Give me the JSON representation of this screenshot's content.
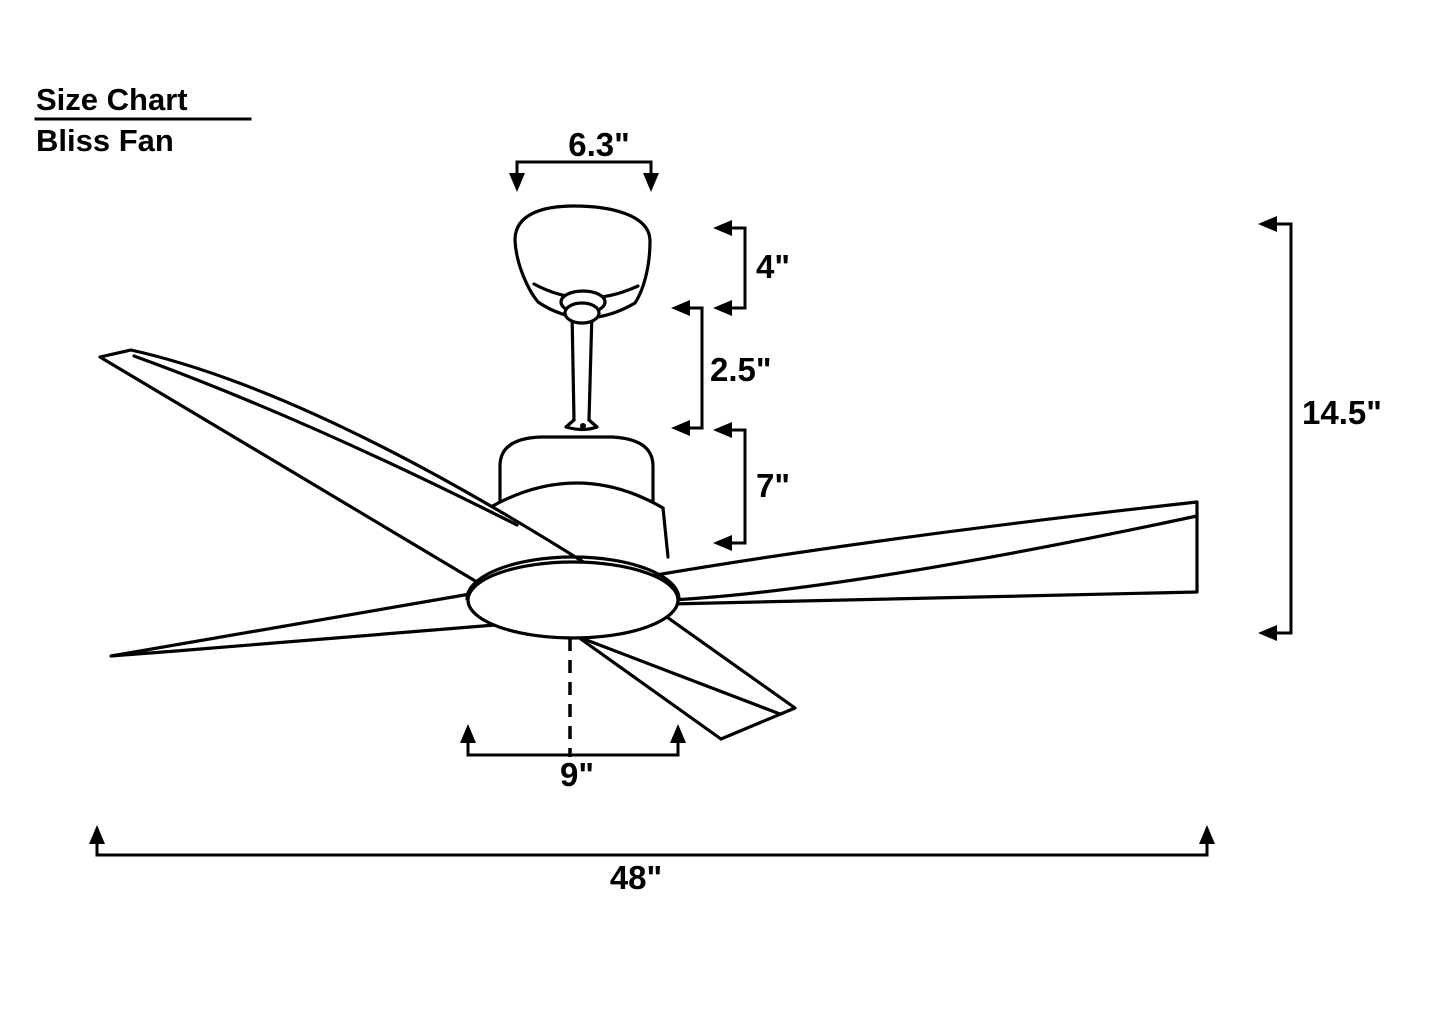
{
  "header": {
    "title": "Size Chart",
    "product": "Bliss Fan"
  },
  "dimensions": {
    "canopy_width": "6.3\"",
    "canopy_height": "4\"",
    "downrod_length": "2.5\"",
    "motor_height": "7\"",
    "fan_height": "14.5\"",
    "light_kit_width": "9\"",
    "blade_span": "48\""
  },
  "colors": {
    "ink": "#000000",
    "background": "#ffffff"
  }
}
